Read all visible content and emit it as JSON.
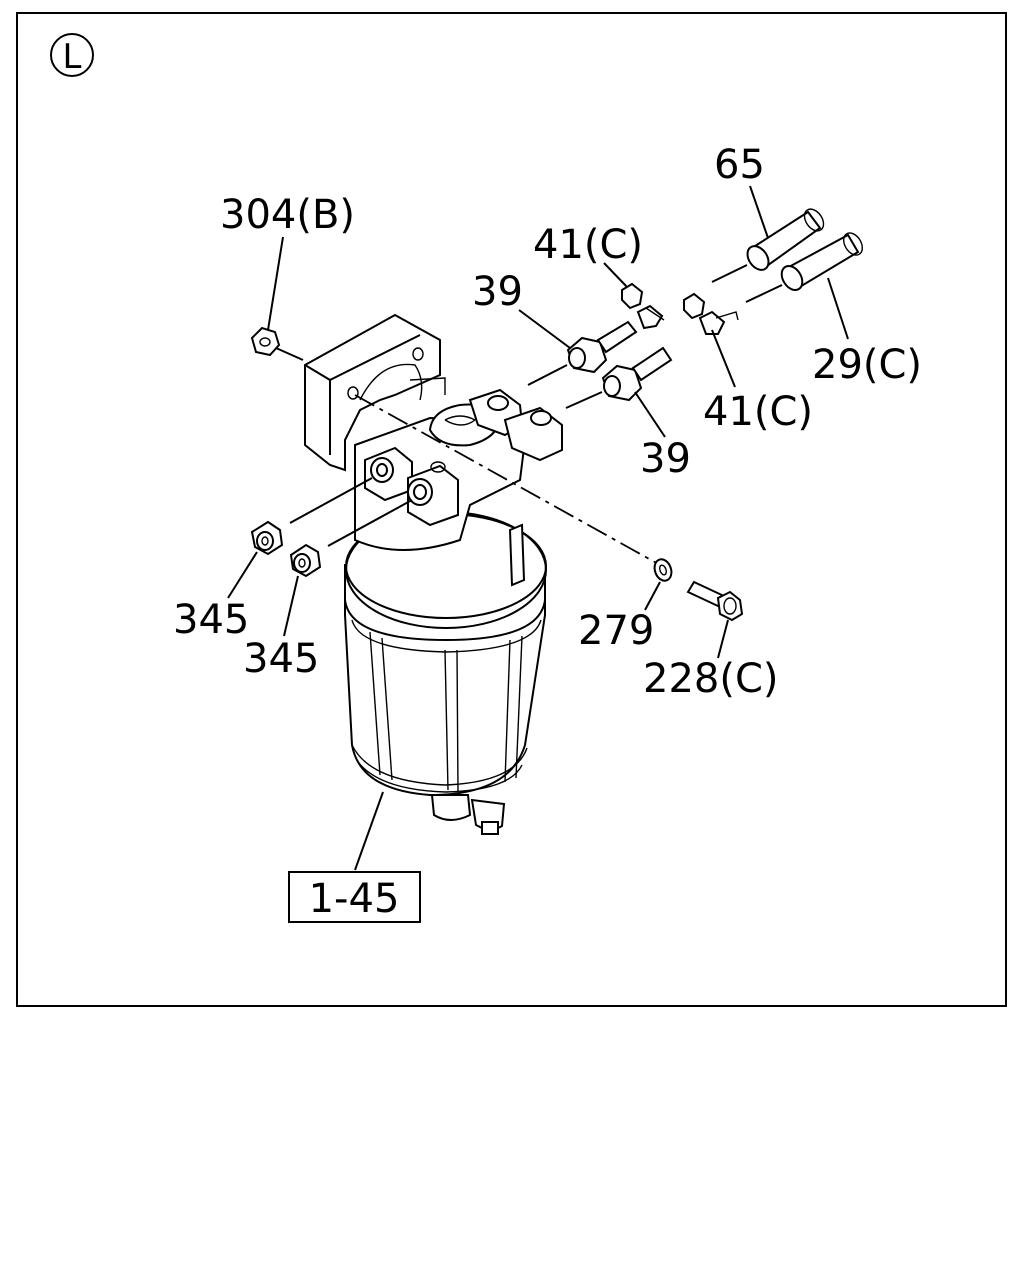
{
  "diagram": {
    "section_marker": "L",
    "labels": {
      "l304b": "304(B)",
      "l41c_top": "41(C)",
      "l65": "65",
      "l39_top": "39",
      "l29c": "29(C)",
      "l41c_bottom": "41(C)",
      "l39_bottom": "39",
      "l345_a": "345",
      "l345_b": "345",
      "l279": "279",
      "l228c": "228(C)",
      "l1_45": "1-45"
    }
  }
}
